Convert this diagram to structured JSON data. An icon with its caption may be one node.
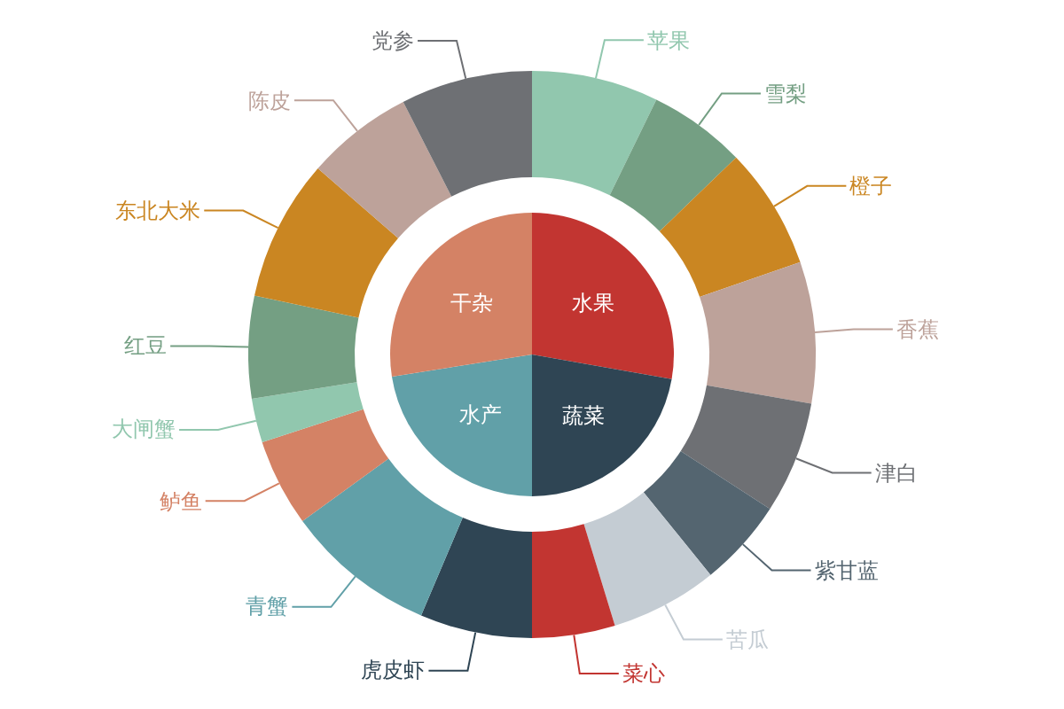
{
  "diagram": {
    "nodes": [
      {
        "text": [
          "水果"
        ]
      },
      {
        "text": [
          "蔬菜"
        ]
      },
      {
        "text": [
          "水产"
        ]
      },
      {
        "text": [
          "干杂"
        ]
      },
      {
        "text": [],
        "shape": "wedge"
      },
      {
        "text": [],
        "shape": "wedge"
      },
      {
        "text": [],
        "shape": "wedge"
      },
      {
        "text": [],
        "shape": "wedge"
      },
      {
        "text": [],
        "shape": "wedge"
      },
      {
        "text": [],
        "shape": "wedge"
      },
      {
        "text": [],
        "shape": "wedge"
      },
      {
        "text": [],
        "shape": "wedge"
      },
      {
        "text": [],
        "shape": "wedge"
      },
      {
        "text": [],
        "shape": "wedge"
      },
      {
        "text": [],
        "shape": "wedge"
      },
      {
        "text": [],
        "shape": "wedge"
      },
      {
        "text": [],
        "shape": "wedge"
      },
      {
        "text": [],
        "shape": "wedge"
      },
      {
        "text": [],
        "shape": "wedge"
      },
      {
        "text": [],
        "shape": "wedge"
      },
      {
        "text": [
          "苹果"
        ]
      },
      {
        "text": [
          "雪梨"
        ]
      },
      {
        "text": [
          "橙子"
        ]
      },
      {
        "text": [
          "香蕉"
        ]
      },
      {
        "text": [
          "津白"
        ]
      },
      {
        "text": [
          "紫甘蓝"
        ]
      },
      {
        "text": [
          "苦瓜"
        ]
      },
      {
        "text": [
          "菜心"
        ]
      },
      {
        "text": [
          "虎皮虾"
        ]
      },
      {
        "text": [
          "青蟹"
        ]
      },
      {
        "text": [
          "鲈鱼"
        ]
      },
      {
        "text": [
          "大闸蟹"
        ]
      },
      {
        "text": [
          "红豆"
        ]
      },
      {
        "text": [
          "东北大米"
        ]
      },
      {
        "text": [
          "陈皮"
        ]
      },
      {
        "text": [
          "党参"
        ]
      }
    ],
    "edges": [
      {
        "from": 20,
        "to": 4,
        "arrow": "none",
        "color": "#91c7ae"
      },
      {
        "from": 21,
        "to": 5,
        "arrow": "none",
        "color": "#749f83"
      },
      {
        "from": 22,
        "to": 6,
        "arrow": "none",
        "color": "#ca8622"
      },
      {
        "from": 23,
        "to": 7,
        "arrow": "none",
        "color": "#bda29a"
      },
      {
        "from": 24,
        "to": 8,
        "arrow": "none",
        "color": "#6e7074"
      },
      {
        "from": 25,
        "to": 9,
        "arrow": "none",
        "color": "#546570"
      },
      {
        "from": 26,
        "to": 10,
        "arrow": "none",
        "color": "#c4ccd3"
      },
      {
        "from": 27,
        "to": 11,
        "arrow": "none",
        "color": "#c23531"
      },
      {
        "from": 28,
        "to": 12,
        "arrow": "none",
        "color": "#2f4554"
      },
      {
        "from": 29,
        "to": 13,
        "arrow": "none",
        "color": "#61a0a8"
      },
      {
        "from": 30,
        "to": 14,
        "arrow": "none",
        "color": "#d48265"
      },
      {
        "from": 31,
        "to": 15,
        "arrow": "none",
        "color": "#91c7ae"
      },
      {
        "from": 32,
        "to": 16,
        "arrow": "none",
        "color": "#749f83"
      },
      {
        "from": 33,
        "to": 17,
        "arrow": "none",
        "color": "#ca8622"
      },
      {
        "from": 34,
        "to": 18,
        "arrow": "none",
        "color": "#bda29a"
      },
      {
        "from": 35,
        "to": 19,
        "arrow": "none",
        "color": "#6e7074"
      }
    ]
  }
}
